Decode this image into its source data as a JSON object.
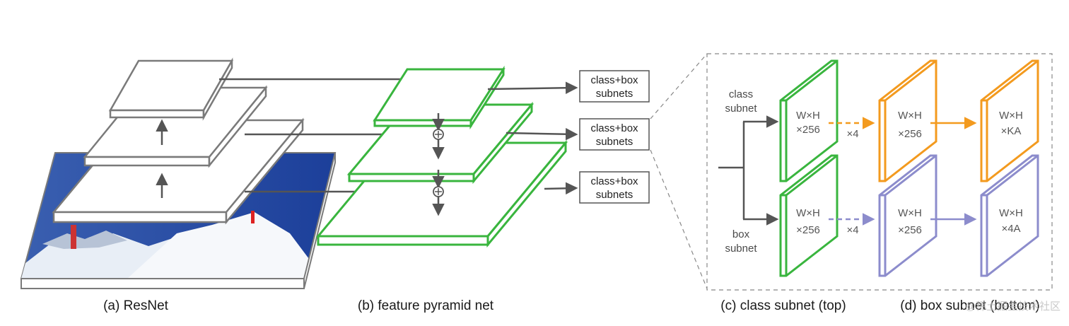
{
  "captions": {
    "a": "(a) ResNet",
    "b": "(b) feature pyramid net",
    "c": "(c) class subnet (top)",
    "d": "(d) box subnet (bottom)"
  },
  "subnet_box": {
    "line1": "class+box",
    "line2": "subnets"
  },
  "branch_labels": {
    "class_line1": "class",
    "class_line2": "subnet",
    "box_line1": "box",
    "box_line2": "subnet"
  },
  "feature_labels": {
    "whn_line1": "W×H",
    "whn_line2": "×256",
    "ka_line2": "×KA",
    "fa_line2": "×4A"
  },
  "repeat_label": "×4",
  "watermark": "@稀土掘金技术社区",
  "colors": {
    "resnet": "#7a7a7a",
    "fpn": "#39b53e",
    "class_subnet": "#f39a1e",
    "box_subnet": "#8c8ccc",
    "arrow": "#555555"
  }
}
